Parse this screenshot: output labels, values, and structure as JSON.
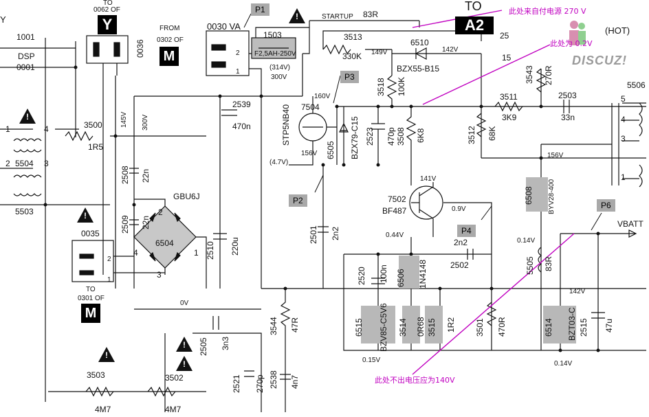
{
  "texts": {
    "y_partial": "Y",
    "n1001": "1001",
    "dsp": "DSP",
    "n0001": "0001",
    "to_top": "TO",
    "n0062": "0062 OF",
    "y_block": "Y",
    "n0036": "0036",
    "from": "FROM",
    "n0302": "0302 OF",
    "m_block_top": "M",
    "n0030": "0030 VA",
    "p1": "P1",
    "n1503": "1503",
    "fuse": "F2,5AH-250V",
    "startup": "STARTUP",
    "r83": "83R",
    "to_a2": "TO",
    "a2": "A2",
    "n3513": "3513",
    "k330": "330K",
    "n6510": "6510",
    "v149": "149V",
    "v142a": "142V",
    "bzx55": "BZX55-B15",
    "v314": "(314V)",
    "v300a": "300V",
    "p3": "P3",
    "n3518": "3518",
    "k100": "100K",
    "n3543": "3543",
    "r270": "270R",
    "n25": "25",
    "n15": "15",
    "n5506": "5506",
    "v160": "160V",
    "n7504": "7504",
    "stp": "STP5NB40",
    "v156a": "156V",
    "v47": "(4.7V)",
    "n6505": "6505",
    "bzx79": "BZX79-C15",
    "n2523": "2523",
    "p470": "470p",
    "n3508": "3508",
    "k68b": "6K8",
    "n3511": "3511",
    "k3k9": "3K9",
    "n2503": "2503",
    "n33": "33n",
    "n3512": "3512",
    "k68": "68K",
    "n2539": "2539",
    "n470": "470n",
    "v300b": "300V",
    "v145": "145V",
    "n3500": "3500",
    "r1r5": "1R5",
    "n5504": "5504",
    "n5503": "5503",
    "n2508": "2508",
    "n22a": "22n",
    "gbu": "GBU6J",
    "n2509": "2509",
    "n22b": "22n",
    "n6504": "6504",
    "n2510": "2510",
    "u220": "220u",
    "n0035": "0035",
    "to_bot": "TO",
    "n0301": "0301 OF",
    "m_block_bot": "M",
    "v0": "0V",
    "p2": "P2",
    "n2501": "2501",
    "n2n2a": "2n2",
    "n7502": "7502",
    "bf487": "BF487",
    "v141": "141V",
    "v09": "0.9V",
    "v044": "0.44V",
    "p4": "P4",
    "n2n2b": "2n2",
    "n2502": "2502",
    "n156b": "156V",
    "n6508": "6508",
    "byv": "BYV28-400",
    "p6": "P6",
    "vbatt": "VBATT",
    "v014a": "0.14V",
    "n5505": "5505",
    "r83b": "83R",
    "v142b": "142V",
    "n2520": "2520",
    "n100": "100n",
    "n6506": "6506",
    "in4148": "1N4148",
    "n3544": "3544",
    "r47": "47R",
    "n6515": "6515",
    "bzv85": "BZV85-C5V6",
    "n3514": "3514",
    "r0r68": "0R68",
    "n3515": "3515",
    "r1r2": "1R2",
    "n3501": "3501",
    "r470": "470R",
    "n6514": "6514",
    "bzt03": "BZT03-C",
    "n2515": "2515",
    "u47": "47u",
    "v015": "0.15V",
    "v014b": "0.14V",
    "n2505": "2505",
    "n3n3": "3n3",
    "n3503": "3503",
    "m47a": "4M7",
    "n3502": "3502",
    "m47b": "4M7",
    "n2521": "2521",
    "p270": "270p",
    "n2538": "2538",
    "n4n7": "4n7",
    "hot": "(HOT)",
    "discuz": "DISCUZ!",
    "pin1": "1",
    "pin2": "2",
    "pin3": "3",
    "pin4": "4",
    "pin5": "5",
    "note_top": "此处来自付电源 270 V",
    "note_mid": "此处为 0.2V",
    "note_bot": "此处不出电压应为140V"
  },
  "colors": {
    "wire": "#111111",
    "note": "#c000c0",
    "highlight": "#b8b8b8",
    "tag": "#a9a9a9"
  }
}
